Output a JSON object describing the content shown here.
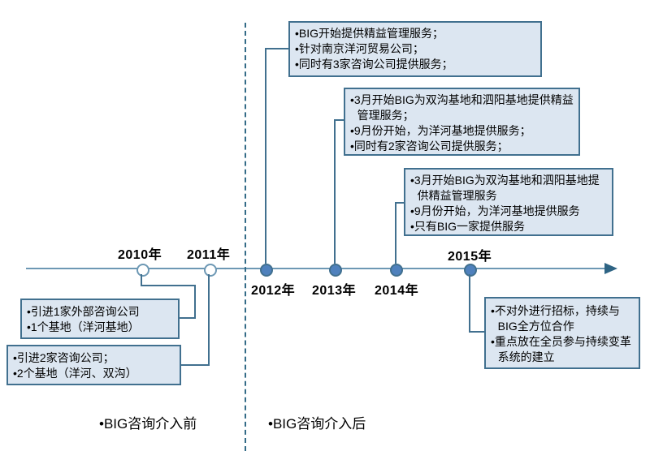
{
  "diagram": {
    "type": "timeline",
    "phase_before_label": "•BIG咨询介入前",
    "phase_after_label": "•BIG咨询介入后"
  },
  "timeline": {
    "years": [
      {
        "label": "2010年",
        "marker": "open",
        "label_side": "above"
      },
      {
        "label": "2011年",
        "marker": "open",
        "label_side": "above"
      },
      {
        "label": "2012年",
        "marker": "filled",
        "label_side": "below"
      },
      {
        "label": "2013年",
        "marker": "filled",
        "label_side": "below"
      },
      {
        "label": "2014年",
        "marker": "filled",
        "label_side": "below"
      },
      {
        "label": "2015年",
        "marker": "filled",
        "label_side": "above"
      }
    ]
  },
  "callouts": {
    "y2010": {
      "lines": [
        "•引进1家外部咨询公司",
        "•1个基地（洋河基地）"
      ]
    },
    "y2011": {
      "lines": [
        "•引进2家咨询公司；",
        "•2个基地（洋河、双沟）"
      ]
    },
    "y2012": {
      "lines": [
        "•BIG开始提供精益管理服务；",
        "•针对南京洋河贸易公司；",
        "•同时有3家咨询公司提供服务；"
      ]
    },
    "y2013": {
      "lines": [
        "•3月开始BIG为双沟基地和泗阳基地提供精益管理服务；",
        "•9月份开始，为洋河基地提供服务；",
        "•同时有2家咨询公司提供服务；"
      ]
    },
    "y2014": {
      "lines": [
        "•3月开始BIG为双沟基地和泗阳基地提供精益管理服务",
        "•9月份开始，为洋河基地提供服务",
        "•只有BIG一家提供服务"
      ]
    },
    "y2015": {
      "lines": [
        "•不对外进行招标，持续与BIG全方位合作",
        "•重点放在全员参与持续变革系统的建立"
      ]
    }
  },
  "colors": {
    "box_fill": "#dce6f1",
    "box_border": "#41708f",
    "timeline_line": "#6d98b4",
    "marker_fill": "#4f81bd",
    "marker_open_fill": "#ffffff",
    "arrow": "#2e6484",
    "divider": "#336b87",
    "text": "#000000"
  }
}
